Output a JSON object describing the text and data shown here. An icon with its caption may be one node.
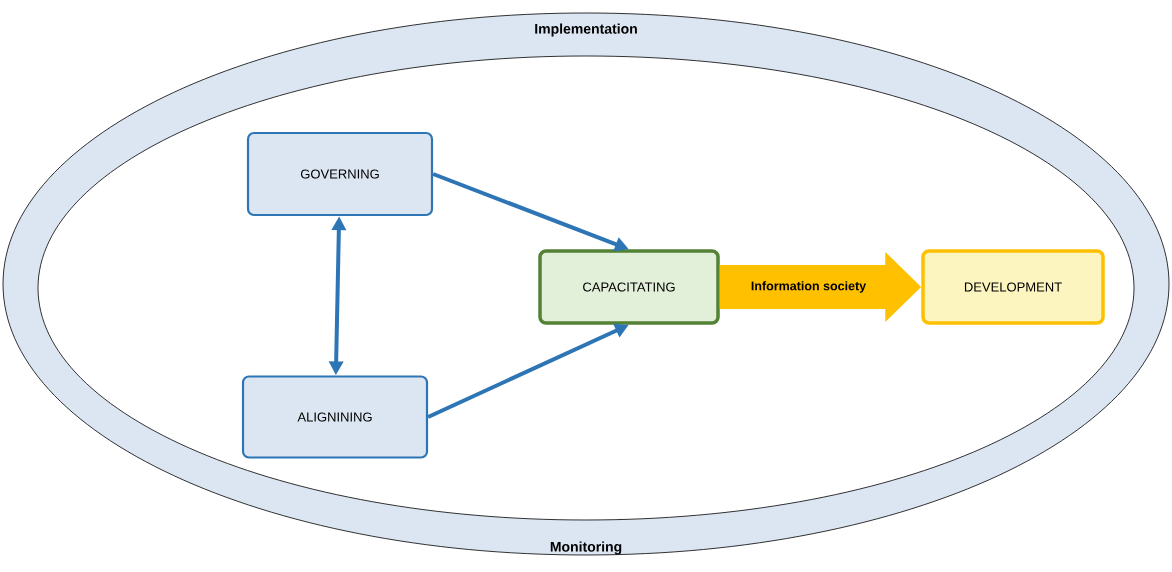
{
  "diagram": {
    "nodes": [
      {
        "text": [
          "Implementation",
          "Monitoring"
        ]
      },
      {
        "text": [
          "GOVERNING"
        ],
        "in": 0
      },
      {
        "text": [
          "ALIGNINING"
        ],
        "in": 0
      },
      {
        "text": [
          "CAPACITATING"
        ],
        "in": 0
      },
      {
        "text": [
          "DEVELOPMENT"
        ],
        "in": 0
      }
    ],
    "edges": [
      {
        "from": 1,
        "to": 3,
        "arrow": "to"
      },
      {
        "from": 2,
        "to": 3,
        "arrow": "to"
      },
      {
        "from": 1,
        "to": 2,
        "arrow": "both"
      },
      {
        "from": 3,
        "to": 4,
        "arrow": "to",
        "label": "Information society",
        "style": "thick",
        "color": "#ffc000"
      }
    ]
  }
}
